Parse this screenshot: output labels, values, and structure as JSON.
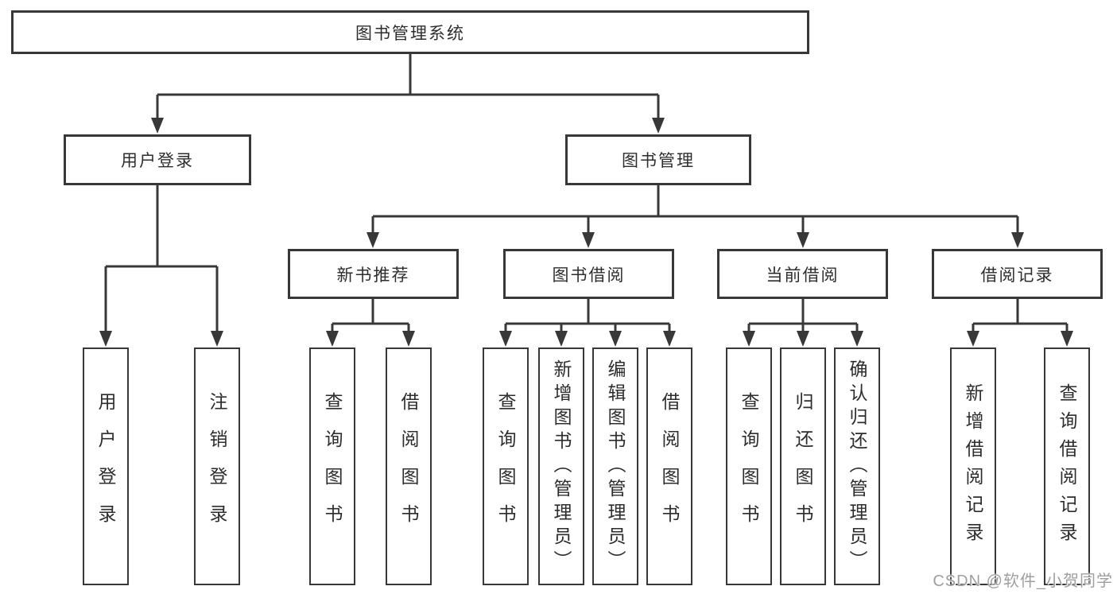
{
  "root": "图书管理系统",
  "level2": [
    "用户登录",
    "图书管理"
  ],
  "level3": [
    "新书推荐",
    "图书借阅",
    "当前借阅",
    "借阅记录"
  ],
  "leaves": {
    "login": [
      "用户登录",
      "注销登录"
    ],
    "recommend": [
      "查询图书",
      "借阅图书"
    ],
    "borrow": [
      "查询图书",
      "新增图书（管理员）",
      "编辑图书（管理员）",
      "借阅图书"
    ],
    "current": [
      "查询图书",
      "归还图书",
      "确认归还（管理员）"
    ],
    "records": [
      "新增借阅记录",
      "查询借阅记录"
    ]
  },
  "watermark": "CSDN @软件_小贺同学",
  "colors": {
    "line": "#383838",
    "text": "#2d2d2d",
    "watermark": "#9f9f9f",
    "background": "#ffffff"
  }
}
